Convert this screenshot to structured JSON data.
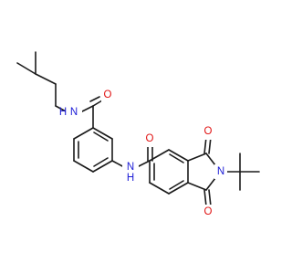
{
  "molecule": {
    "atoms": {
      "nh_amide_top": {
        "text": "N",
        "hydrogen": "H",
        "color": "#1c1cd6"
      },
      "o_amide_top": {
        "text": "O",
        "color": "#e01010"
      },
      "nh_amide_mid": {
        "text": "N",
        "hydrogen": "H",
        "color": "#1c1cd6"
      },
      "o_amide_mid": {
        "text": "O",
        "color": "#e01010"
      },
      "o_imide_top": {
        "text": "O",
        "color": "#e01010"
      },
      "n_imide": {
        "text": "N",
        "color": "#1c1cd6"
      },
      "o_imide_bottom": {
        "text": "O",
        "color": "#e01010"
      }
    },
    "bond_color": "#1a1a1a",
    "background_color": "#ffffff"
  }
}
